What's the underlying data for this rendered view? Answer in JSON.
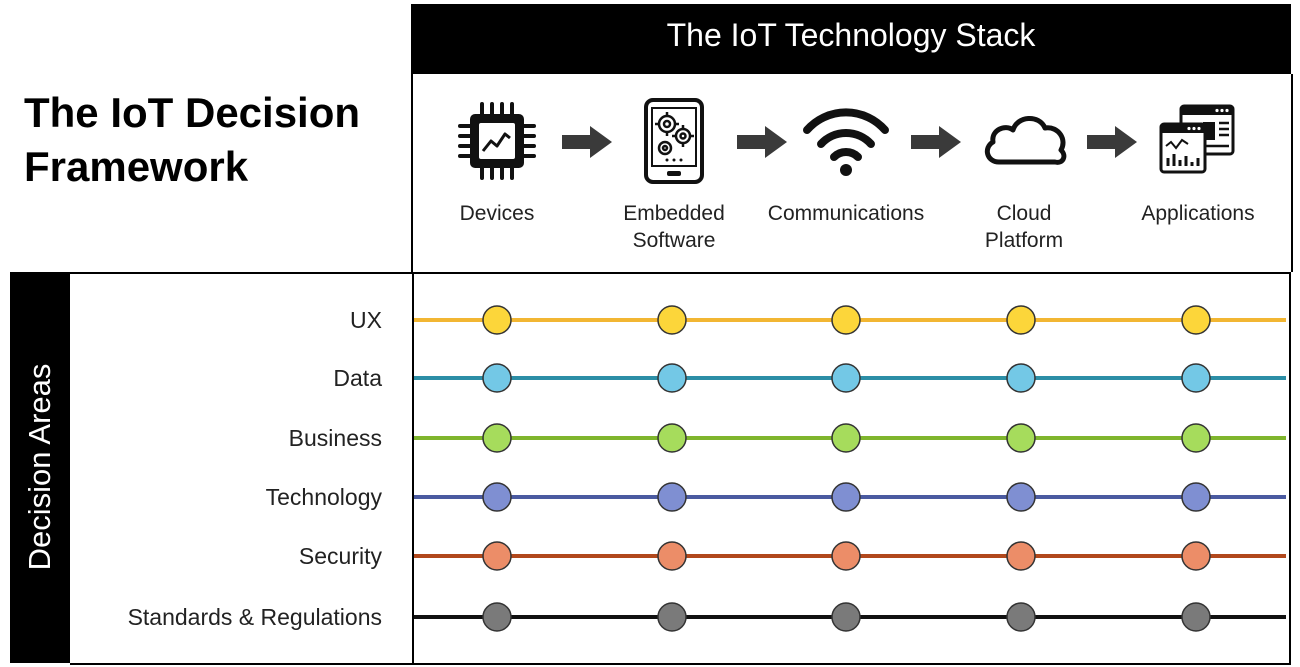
{
  "title": {
    "line1": "The IoT Decision",
    "line2": "Framework"
  },
  "stack": {
    "header": "The IoT Technology Stack",
    "stages": [
      {
        "label_line1": "Devices",
        "label_line2": "",
        "icon": "chip-chart-icon"
      },
      {
        "label_line1": "Embedded",
        "label_line2": "Software",
        "icon": "tablet-gears-icon"
      },
      {
        "label_line1": "Communications",
        "label_line2": "",
        "icon": "wifi-icon"
      },
      {
        "label_line1": "Cloud",
        "label_line2": "Platform",
        "icon": "cloud-icon"
      },
      {
        "label_line1": "Applications",
        "label_line2": "",
        "icon": "app-windows-icon"
      }
    ]
  },
  "decision_areas": {
    "sidebar_label": "Decision Areas",
    "rows": [
      {
        "label": "UX",
        "line_color": "#f2b632",
        "node_color": "#fcd63a"
      },
      {
        "label": "Data",
        "line_color": "#2c8ea6",
        "node_color": "#73c8e6"
      },
      {
        "label": "Business",
        "line_color": "#7fb52d",
        "node_color": "#a6dc5c"
      },
      {
        "label": "Technology",
        "line_color": "#4a5aa0",
        "node_color": "#7f8fd2"
      },
      {
        "label": "Security",
        "line_color": "#b1481c",
        "node_color": "#ec8d68"
      },
      {
        "label": "Standards & Regulations",
        "line_color": "#111111",
        "node_color": "#7a7a7a"
      }
    ]
  }
}
